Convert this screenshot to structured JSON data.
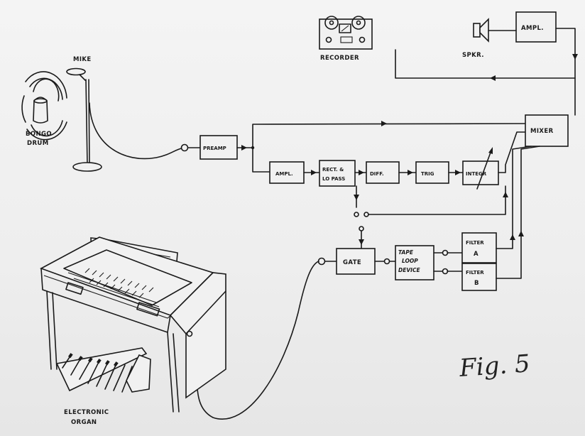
{
  "labels": {
    "recorder": "RECORDER",
    "spkr": "SPKR.",
    "ampl_top": "AMPL.",
    "mike": "MIKE",
    "bongo_drum_1": "BONGO",
    "bongo_drum_2": "DRUM",
    "preamp": "PREAMP",
    "mixer": "MIXER",
    "ampl": "AMPL.",
    "rect_lopass_1": "RECT. &",
    "rect_lopass_2": "LO PASS",
    "diff": "DIFF.",
    "trig": "TRIG",
    "integr": "INTEGR",
    "gate": "GATE",
    "tape_loop_1": "TAPE",
    "tape_loop_2": "LOOP",
    "tape_loop_3": "DEVICE",
    "filter_a_1": "FILTER",
    "filter_a_2": "A",
    "filter_b_1": "FILTER",
    "filter_b_2": "B",
    "organ_1": "ELECTRONIC",
    "organ_2": "ORGAN",
    "fig": "Fig. 5"
  }
}
